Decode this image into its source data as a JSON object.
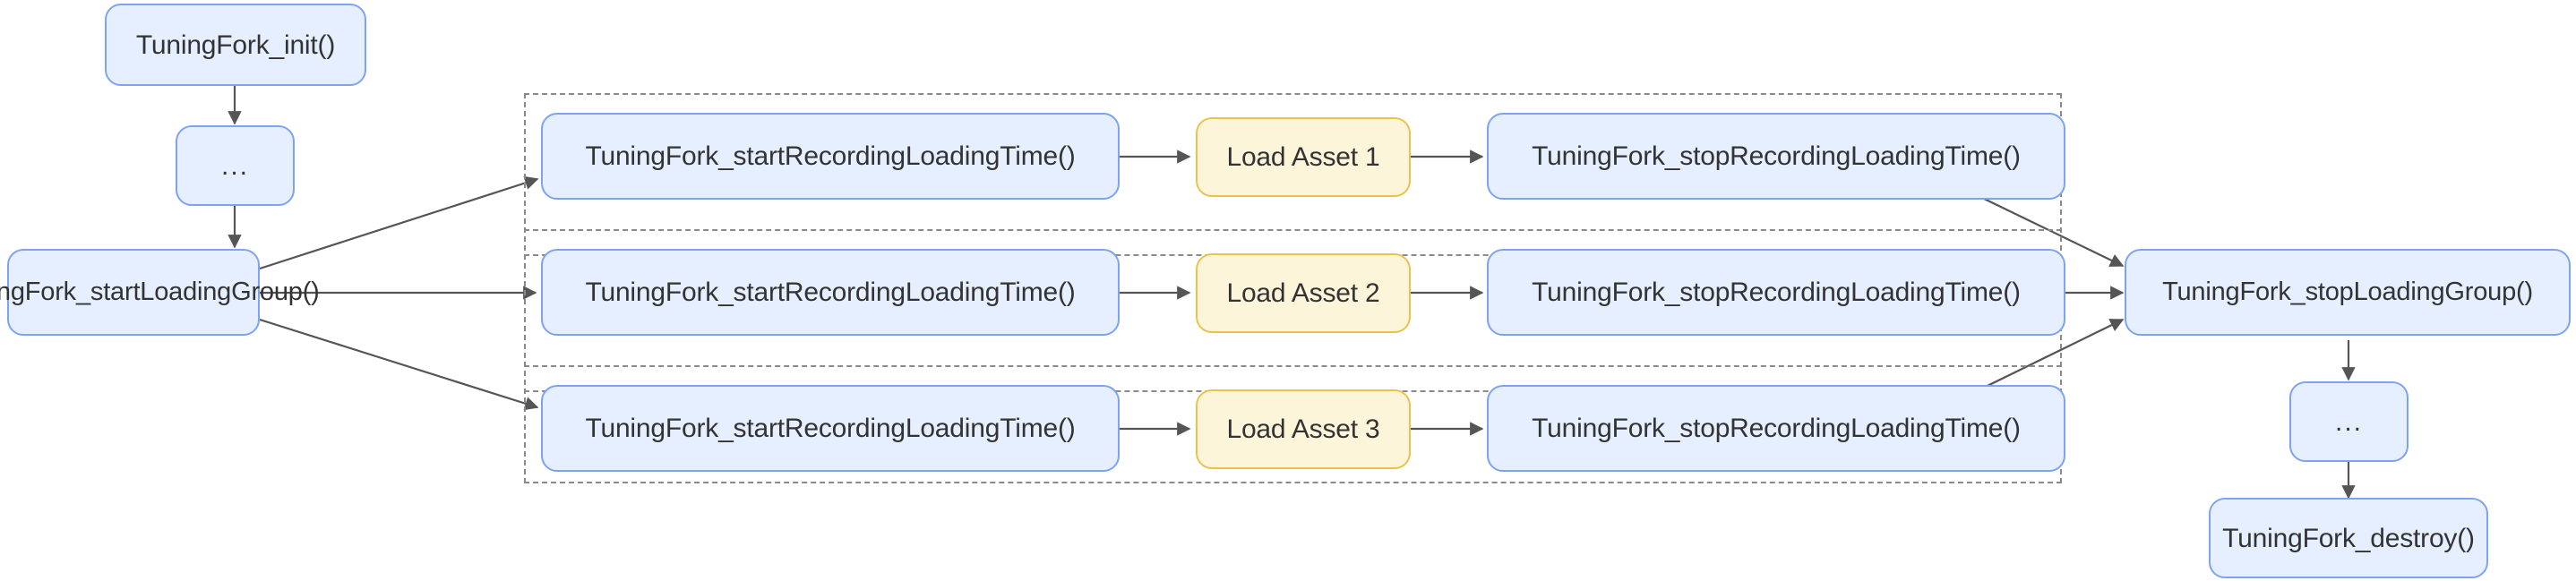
{
  "diagram": {
    "type": "flowchart",
    "direction": "left-to-right",
    "background": "#ffffff",
    "palette": {
      "node_fill_blue": "#e6efff",
      "node_stroke_blue": "#7fa3f0",
      "node_fill_amber": "#fdf5da",
      "node_stroke_amber": "#ebc34c",
      "text": "#333333",
      "edge": "#555555",
      "cluster_stroke": "#8a8a8a"
    }
  },
  "nodes": {
    "init": {
      "label": "TuningFork_init()",
      "shape": "rounded",
      "style": "blue"
    },
    "ellipsis_top": {
      "label": "...",
      "shape": "rounded",
      "style": "blue"
    },
    "start_group": {
      "label": "TuningFork_startLoadingGroup()",
      "shape": "rounded",
      "style": "blue"
    },
    "stop_group": {
      "label": "TuningFork_stopLoadingGroup()",
      "shape": "rounded",
      "style": "blue"
    },
    "ellipsis_bottom": {
      "label": "...",
      "shape": "rounded",
      "style": "blue"
    },
    "destroy": {
      "label": "TuningFork_destroy()",
      "shape": "rounded",
      "style": "blue"
    }
  },
  "cluster": {
    "name": "loading-group-cluster",
    "rows": [
      {
        "id": "row-1",
        "start_recording": "TuningFork_startRecordingLoadingTime()",
        "asset": "Load Asset 1",
        "stop_recording": "TuningFork_stopRecordingLoadingTime()"
      },
      {
        "id": "row-2",
        "start_recording": "TuningFork_startRecordingLoadingTime()",
        "asset": "Load Asset 2",
        "stop_recording": "TuningFork_stopRecordingLoadingTime()"
      },
      {
        "id": "row-3",
        "start_recording": "TuningFork_startRecordingLoadingTime()",
        "asset": "Load Asset 3",
        "stop_recording": "TuningFork_stopRecordingLoadingTime()"
      }
    ]
  },
  "edges": [
    {
      "from": "init",
      "to": "ellipsis_top"
    },
    {
      "from": "ellipsis_top",
      "to": "start_group"
    },
    {
      "from": "start_group",
      "to": "row-1.start_recording"
    },
    {
      "from": "start_group",
      "to": "row-2.start_recording"
    },
    {
      "from": "start_group",
      "to": "row-3.start_recording"
    },
    {
      "from": "row-1.start_recording",
      "to": "row-1.asset"
    },
    {
      "from": "row-1.asset",
      "to": "row-1.stop_recording"
    },
    {
      "from": "row-2.start_recording",
      "to": "row-2.asset"
    },
    {
      "from": "row-2.asset",
      "to": "row-2.stop_recording"
    },
    {
      "from": "row-3.start_recording",
      "to": "row-3.asset"
    },
    {
      "from": "row-3.asset",
      "to": "row-3.stop_recording"
    },
    {
      "from": "row-1.stop_recording",
      "to": "stop_group"
    },
    {
      "from": "row-2.stop_recording",
      "to": "stop_group"
    },
    {
      "from": "row-3.stop_recording",
      "to": "stop_group"
    },
    {
      "from": "stop_group",
      "to": "ellipsis_bottom"
    },
    {
      "from": "ellipsis_bottom",
      "to": "destroy"
    }
  ]
}
